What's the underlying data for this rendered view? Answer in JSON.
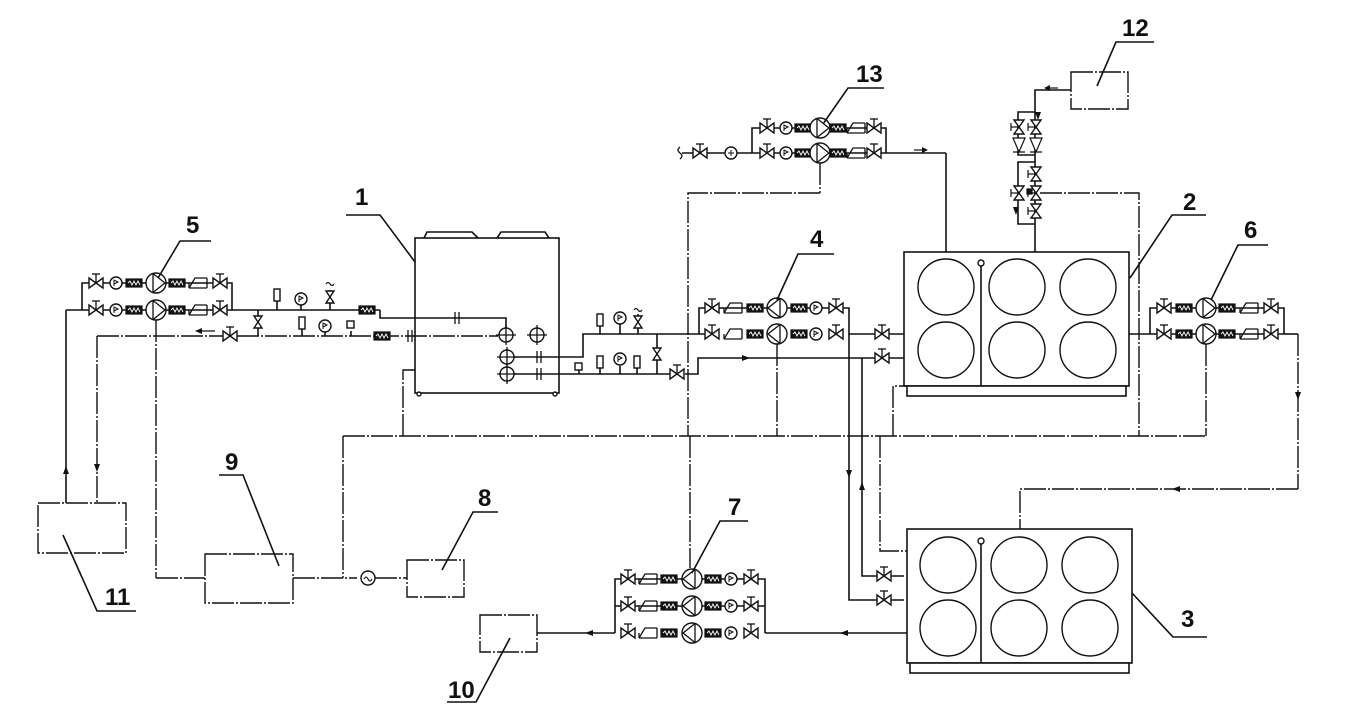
{
  "diagram": {
    "title": "Water supply system schematic (piping & instrumentation)",
    "components": [
      {
        "id": "1",
        "label": "1",
        "kind": "heat-pump-unit"
      },
      {
        "id": "2",
        "label": "2",
        "kind": "storage-tank-upper"
      },
      {
        "id": "3",
        "label": "3",
        "kind": "storage-tank-lower"
      },
      {
        "id": "4",
        "label": "4",
        "kind": "circulation-pump-group"
      },
      {
        "id": "5",
        "label": "5",
        "kind": "pump-group-left"
      },
      {
        "id": "6",
        "label": "6",
        "kind": "transfer-pump-group"
      },
      {
        "id": "7",
        "label": "7",
        "kind": "supply-pump-group-triple"
      },
      {
        "id": "8",
        "label": "8",
        "kind": "power-box"
      },
      {
        "id": "9",
        "label": "9",
        "kind": "control-cabinet"
      },
      {
        "id": "10",
        "label": "10",
        "kind": "user-end"
      },
      {
        "id": "11",
        "label": "11",
        "kind": "terminal-unit"
      },
      {
        "id": "12",
        "label": "12",
        "kind": "makeup-tank"
      },
      {
        "id": "13",
        "label": "13",
        "kind": "makeup-pump-group"
      }
    ],
    "legend_symbols": [
      "gate-valve",
      "check-valve",
      "pump",
      "flexible-joint",
      "pressure-gauge",
      "thermometer",
      "flow-arrow",
      "power-source"
    ]
  }
}
